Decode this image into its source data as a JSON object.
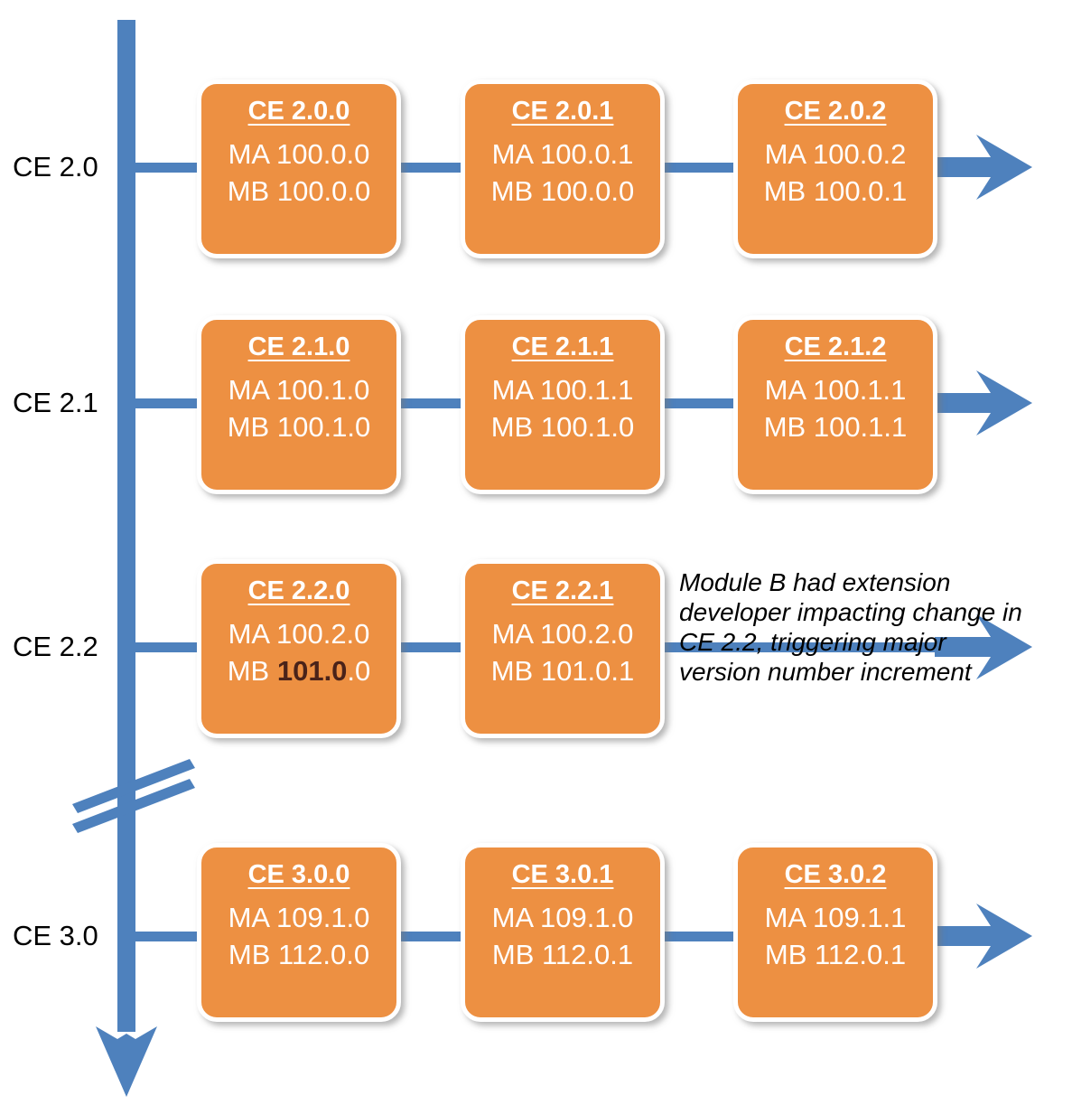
{
  "diagram": {
    "title": "Compatible Extension (CE) version timeline",
    "colors": {
      "box_fill": "#ED9042",
      "box_border": "#FFFFFF",
      "line": "#4E81BD",
      "text_on_box": "#FFFFFF",
      "highlight": "#4A2319",
      "label_text": "#000000"
    },
    "axis": {
      "name": "vertical-timeline-axis",
      "direction": "downward",
      "break_symbol": "double-slash"
    },
    "rows": [
      {
        "label": "CE 2.0",
        "boxes": [
          {
            "title": "CE 2.0.0",
            "lines": [
              {
                "text": "MA 100.0.0"
              },
              {
                "text": "MB 100.0.0"
              }
            ]
          },
          {
            "title": "CE 2.0.1",
            "lines": [
              {
                "text": "MA 100.0.1"
              },
              {
                "text": "MB 100.0.0"
              }
            ]
          },
          {
            "title": "CE 2.0.2",
            "lines": [
              {
                "text": "MA 100.0.2"
              },
              {
                "text": "MB 100.0.1"
              }
            ]
          }
        ]
      },
      {
        "label": "CE 2.1",
        "boxes": [
          {
            "title": "CE 2.1.0",
            "lines": [
              {
                "text": "MA 100.1.0"
              },
              {
                "text": "MB 100.1.0"
              }
            ]
          },
          {
            "title": "CE 2.1.1",
            "lines": [
              {
                "text": "MA 100.1.1"
              },
              {
                "text": "MB 100.1.0"
              }
            ]
          },
          {
            "title": "CE 2.1.2",
            "lines": [
              {
                "text": "MA 100.1.1"
              },
              {
                "text": "MB 100.1.1"
              }
            ]
          }
        ]
      },
      {
        "label": "CE 2.2",
        "boxes": [
          {
            "title": "CE 2.2.0",
            "lines": [
              {
                "text": "MA 100.2.0"
              },
              {
                "prefix": "MB ",
                "highlight": "101.0",
                "suffix": ".0"
              }
            ]
          },
          {
            "title": "CE 2.2.1",
            "lines": [
              {
                "text": "MA 100.2.0"
              },
              {
                "text": "MB 101.0.1"
              }
            ]
          }
        ],
        "annotation": "Module B had extension developer impacting change in CE 2.2, triggering major version number increment"
      },
      {
        "label": "CE 3.0",
        "boxes": [
          {
            "title": "CE 3.0.0",
            "lines": [
              {
                "text": "MA 109.1.0"
              },
              {
                "text": "MB 112.0.0"
              }
            ]
          },
          {
            "title": "CE 3.0.1",
            "lines": [
              {
                "text": "MA 109.1.0"
              },
              {
                "text": "MB 112.0.1"
              }
            ]
          },
          {
            "title": "CE 3.0.2",
            "lines": [
              {
                "text": "MA 109.1.1"
              },
              {
                "text": "MB 112.0.1"
              }
            ]
          }
        ]
      }
    ]
  }
}
